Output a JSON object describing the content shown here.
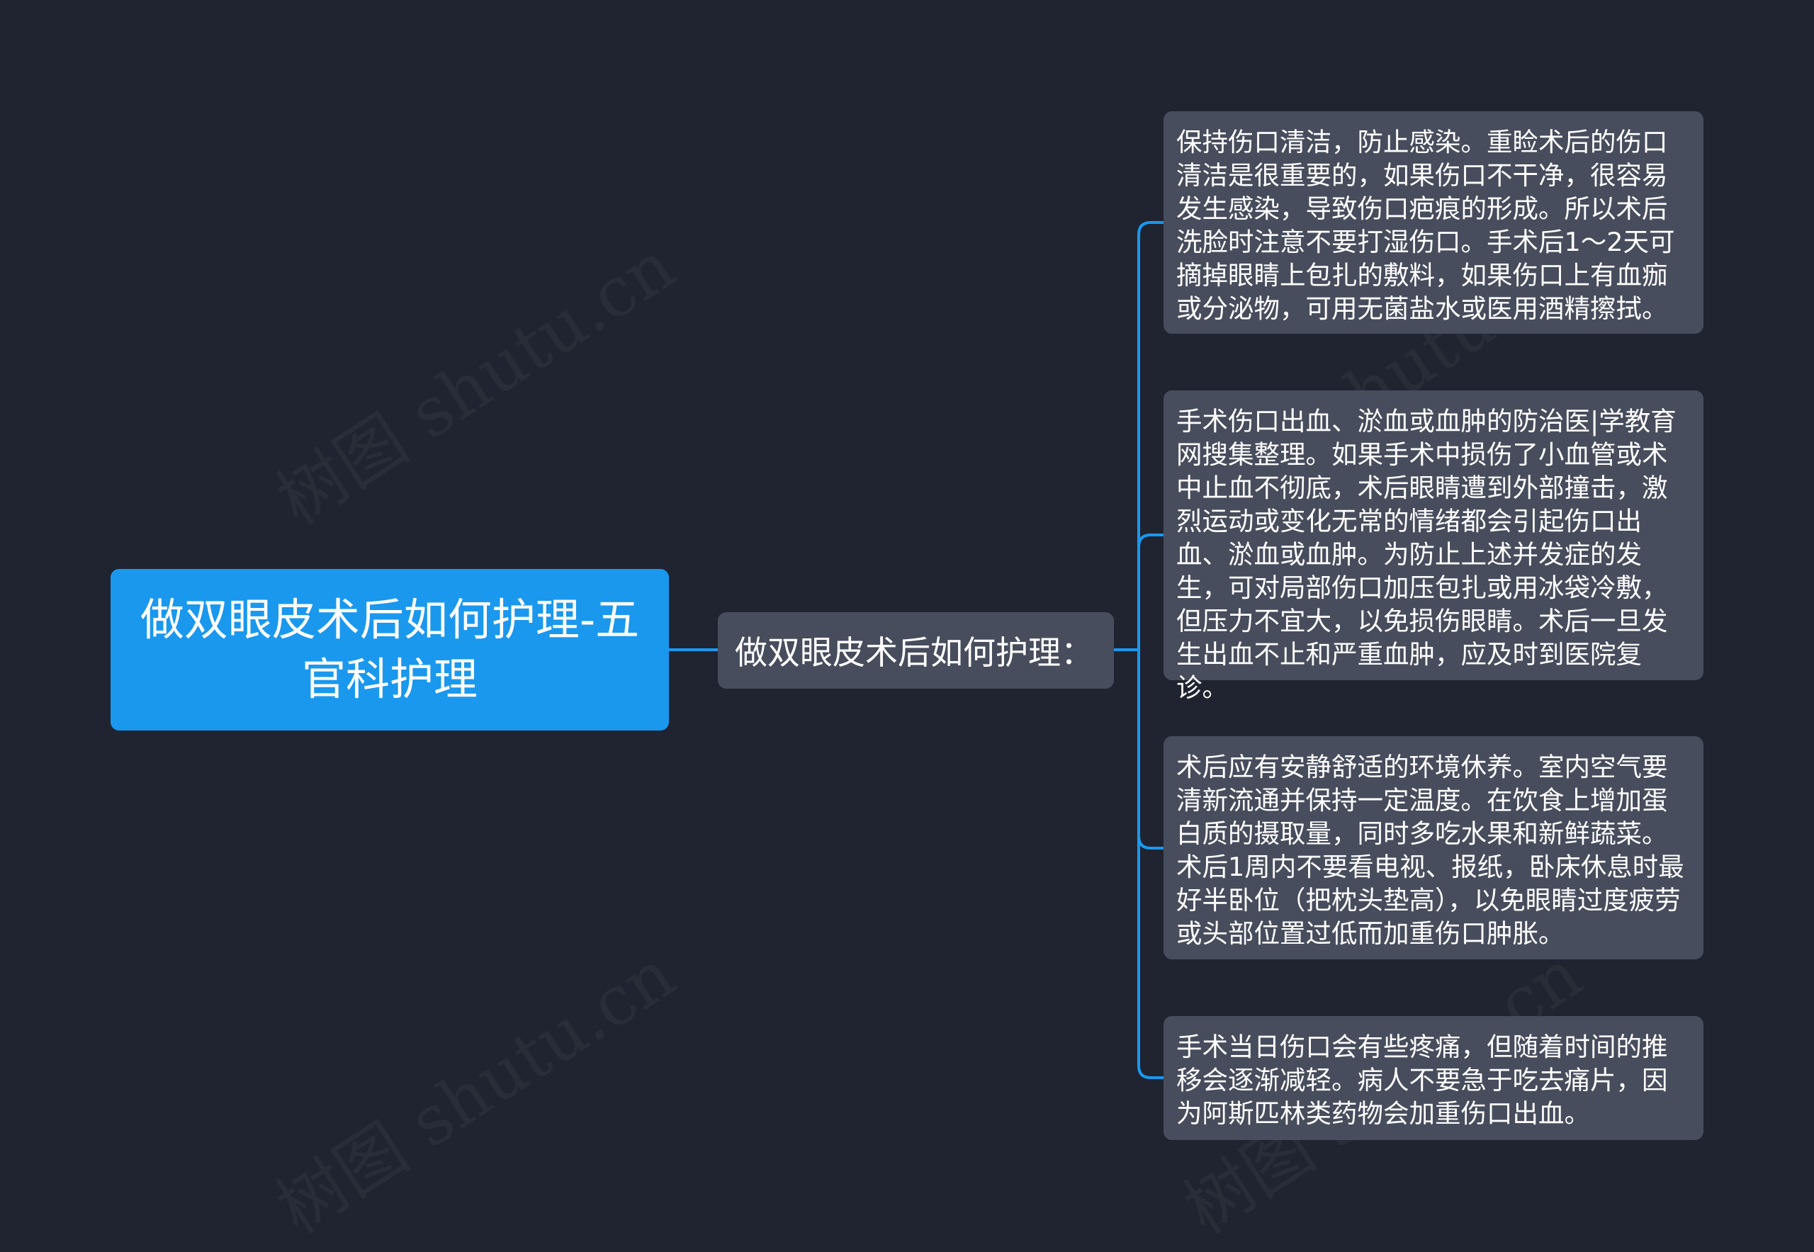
{
  "mindmap": {
    "root": {
      "label": "做双眼皮术后如何护理-五官科护理"
    },
    "branch": {
      "label": "做双眼皮术后如何护理："
    },
    "leaves": [
      "保持伤口清洁，防止感染。重睑术后的伤口清洁是很重要的，如果伤口不干净，很容易发生感染，导致伤口疤痕的形成。所以术后洗脸时注意不要打湿伤口。手术后1～2天可摘掉眼睛上包扎的敷料，如果伤口上有血痂或分泌物，可用无菌盐水或医用酒精擦拭。",
      "手术伤口出血、淤血或血肿的防治医|学教育网搜集整理。如果手术中损伤了小血管或术中止血不彻底，术后眼睛遭到外部撞击，激烈运动或变化无常的情绪都会引起伤口出血、淤血或血肿。为防止上述并发症的发生，可对局部伤口加压包扎或用冰袋冷敷，但压力不宜大，以免损伤眼睛。术后一旦发生出血不止和严重血肿，应及时到医院复诊。",
      "术后应有安静舒适的环境休养。室内空气要清新流通并保持一定温度。在饮食上增加蛋白质的摄取量，同时多吃水果和新鲜蔬菜。术后1周内不要看电视、报纸，卧床休息时最好半卧位（把枕头垫高），以免眼睛过度疲劳或头部位置过低而加重伤口肿胀。",
      "手术当日伤口会有些疼痛，但随着时间的推移会逐渐减轻。病人不要急于吃去痛片，因为阿斯匹林类药物会加重伤口出血。"
    ]
  },
  "watermark": {
    "text": "树图 shutu.cn"
  },
  "colors": {
    "background": "#1f2430",
    "root_fill": "#1a98ee",
    "node_fill": "#474d5c",
    "connector": "#1a98ee",
    "text": "#ffffff"
  }
}
